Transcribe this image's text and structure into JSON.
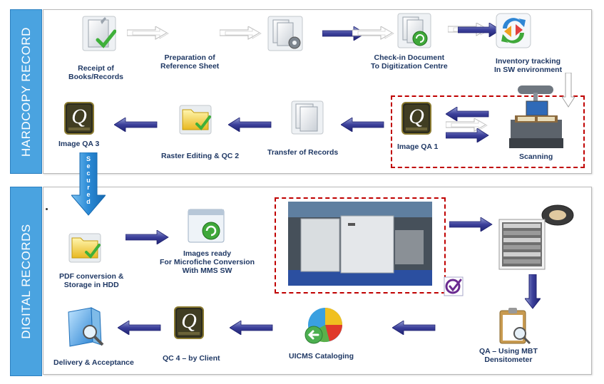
{
  "sections": {
    "hardcopy": "HARDCOPY RECORD",
    "digital": "DIGITAL RECORDS"
  },
  "steps": {
    "receipt": "Receipt of\nBooks/Records",
    "preparation": "Preparation of\nReference Sheet",
    "checkin": "Check-in Document\nTo Digitization Centre",
    "inventory": "Inventory  tracking\nIn SW environment",
    "scanning": "Scanning",
    "qa1": "Image QA 1",
    "transfer": "Transfer of Records",
    "raster": "Raster Editing & QC 2",
    "qa3": "Image QA 3",
    "secured": "Secured",
    "pdf": "PDF conversion &\nStorage  in HDD",
    "images_ready": "Images ready\nFor Microfiche Conversion\nWith MMS SW",
    "qa_mbt": "QA – Using MBT\nDensitometer",
    "uicms": "UICMS Cataloging",
    "qc4": "QC 4 – by  Client",
    "delivery": "Delivery & Acceptance"
  },
  "colors": {
    "band": "#4aa3e0",
    "arrow": "#2e3192",
    "dash": "#c00000",
    "label": "#1f3864"
  },
  "icons": {
    "receipt": "document-check-icon",
    "preparation": "document-gear-icon",
    "checkin": "document-refresh-icon",
    "inventory": "sync-arrows-icon",
    "scanner": "book-scanner-image",
    "quality": "quality-assurance-icon",
    "folder": "folder-check-icon",
    "pages": "document-pages-icon",
    "window": "window-refresh-icon",
    "machine": "microfiche-machine-image",
    "film": "microfilm-image",
    "clipboard": "clipboard-magnifier-icon",
    "pie": "pie-chart-icon",
    "delivery": "book-magnifier-icon"
  }
}
